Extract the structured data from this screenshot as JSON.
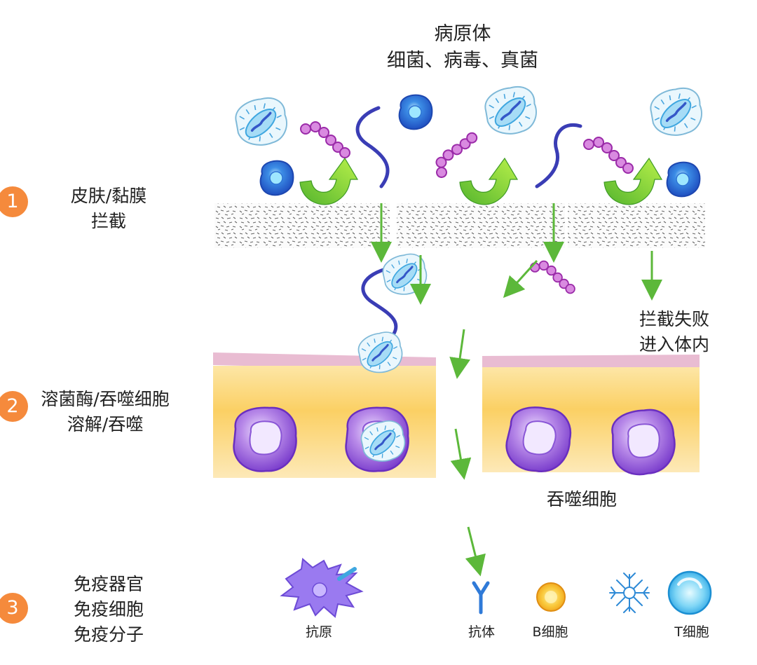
{
  "title": {
    "line1": "病原体",
    "line2": "细菌、病毒、真菌"
  },
  "steps": [
    {
      "number": "1",
      "line1": "皮肤/黏膜",
      "line2": "拦截"
    },
    {
      "number": "2",
      "line1": "溶菌酶/吞噬细胞",
      "line2": "溶解/吞噬"
    },
    {
      "number": "3",
      "line1": "免疫器官",
      "line2": "免疫细胞",
      "line3": "免疫分子"
    }
  ],
  "annotations": {
    "blocked_fail_line1": "拦截失败",
    "blocked_fail_line2": "进入体内",
    "phagocyte": "吞噬细胞"
  },
  "cell_labels": {
    "antigen": "抗原",
    "antibody": "抗体",
    "b_cell": "B细胞",
    "t_cell": "T细胞"
  },
  "colors": {
    "badge": "#F58A3C",
    "arrow": "#5CB83A",
    "virus": "#3FA7E0",
    "coccus": "#C653C9",
    "spirillum": "#3A3DB5",
    "tissue": "#FBD36B",
    "phagocyte": "#8F4FD9",
    "membrane": "#E9BCD2"
  }
}
